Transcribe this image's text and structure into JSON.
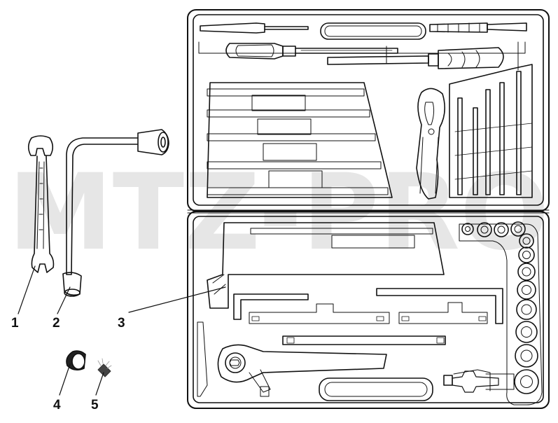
{
  "watermark": {
    "text": "MTZ-PRO"
  },
  "callouts": [
    {
      "id": "1",
      "label": "1"
    },
    {
      "id": "2",
      "label": "2"
    },
    {
      "id": "3",
      "label": "3"
    },
    {
      "id": "4",
      "label": "4"
    },
    {
      "id": "5",
      "label": "5"
    }
  ],
  "colors": {
    "ink": "#111111",
    "paper": "#ffffff",
    "watermark": "#e6e6e6"
  },
  "icons": [
    "open-end-wrench-icon",
    "l-socket-wrench-icon",
    "tool-case-icon",
    "rubber-grommet-icon",
    "brush-icon"
  ]
}
